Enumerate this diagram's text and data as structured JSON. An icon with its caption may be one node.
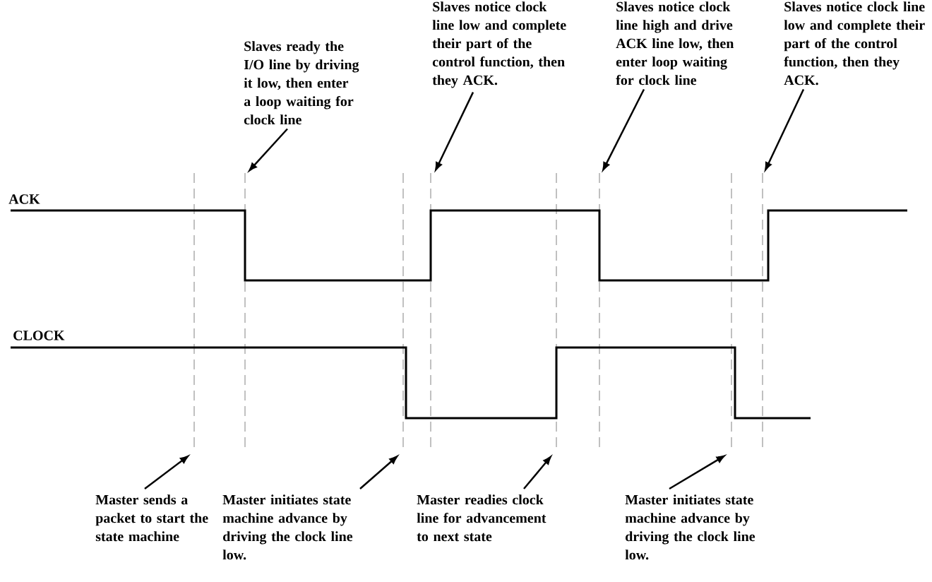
{
  "diagram": {
    "nodes": [
      {
        "text": [
          "Slaves ready the I/O line by driving it low, then enter a loop waiting for clock line"
        ]
      },
      {
        "text": [
          "Slaves notice clock line low and complete their part of the control function, then they ACK."
        ]
      },
      {
        "text": [
          "Slaves notice clock line high and drive ACK line low, then enter loop waiting for clock line"
        ]
      },
      {
        "text": [
          "Slaves notice clock line low and complete their part of the control function, then they ACK."
        ]
      },
      {
        "text": [
          "Master sends a packet to start the state machine"
        ]
      },
      {
        "text": [
          "Master initiates state machine advance by driving the clock line low."
        ]
      },
      {
        "text": [
          "Master readies clock line for advancement to next state"
        ]
      },
      {
        "text": [
          "Master initiates state machine advance by driving the clock line low."
        ]
      }
    ],
    "edges": [
      {
        "from": 0,
        "to": null,
        "arrow": "to"
      },
      {
        "from": 1,
        "to": null,
        "arrow": "to"
      },
      {
        "from": 2,
        "to": null,
        "arrow": "to"
      },
      {
        "from": 3,
        "to": null,
        "arrow": "to"
      },
      {
        "from": 4,
        "to": null,
        "arrow": "to"
      },
      {
        "from": 5,
        "to": null,
        "arrow": "to"
      },
      {
        "from": 6,
        "to": null,
        "arrow": "to"
      },
      {
        "from": 7,
        "to": null,
        "arrow": "to"
      }
    ],
    "labels": [
      "ACK",
      "CLOCK"
    ]
  }
}
